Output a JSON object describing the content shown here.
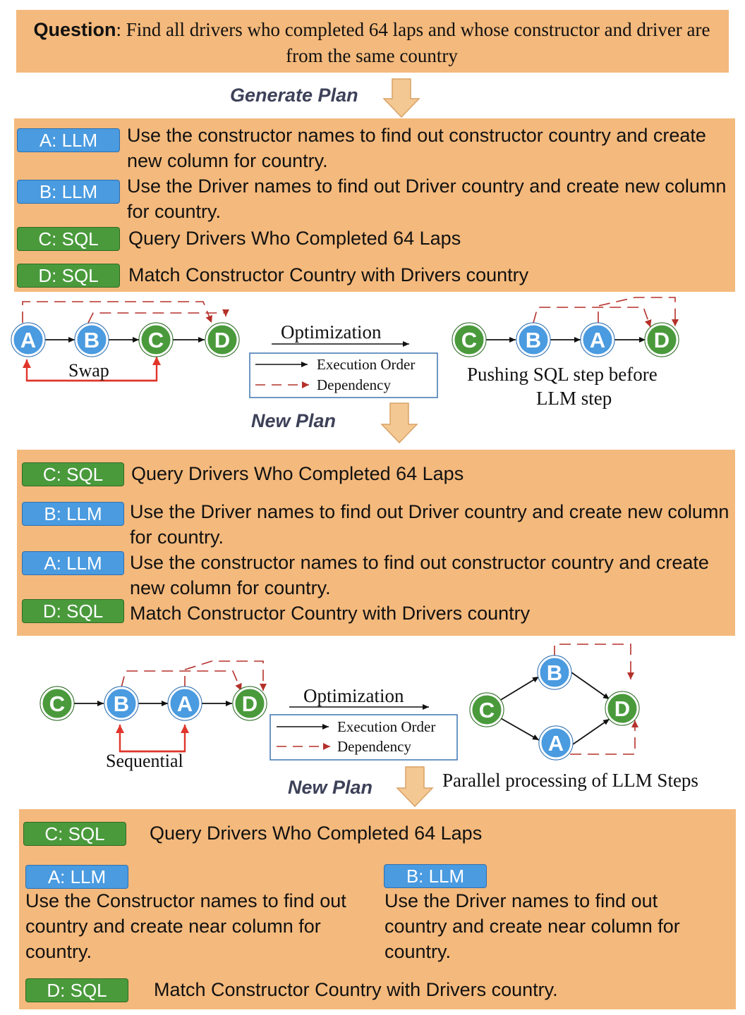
{
  "question": {
    "label": "Question",
    "text": ": Find all drivers who completed 64 laps and whose constructor and driver are from the same country"
  },
  "labels": {
    "generate_plan": "Generate Plan",
    "new_plan_1": "New Plan",
    "new_plan_2": "New Plan"
  },
  "plan1": [
    {
      "tag": "A: LLM",
      "kind": "llm",
      "text": "Use the constructor names to find out constructor country and create new column for country."
    },
    {
      "tag": "B: LLM",
      "kind": "llm",
      "text": "Use the Driver names to find out Driver country and create new column for country."
    },
    {
      "tag": "C: SQL",
      "kind": "sql",
      "text": "Query Drivers Who Completed 64 Laps"
    },
    {
      "tag": "D: SQL",
      "kind": "sql",
      "text": "Match Constructor Country with Drivers country"
    }
  ],
  "plan2": [
    {
      "tag": "C: SQL",
      "kind": "sql",
      "text": "Query Drivers Who Completed 64 Laps"
    },
    {
      "tag": "B: LLM",
      "kind": "llm",
      "text": "Use the Driver names to find out Driver country and create new column for country."
    },
    {
      "tag": "A: LLM",
      "kind": "llm",
      "text": "Use the constructor names to find out constructor country and create new column for country."
    },
    {
      "tag": "D: SQL",
      "kind": "sql",
      "text": "Match Constructor Country with Drivers country"
    }
  ],
  "plan3": {
    "c": {
      "tag": "C: SQL",
      "text": "Query Drivers Who Completed 64 Laps"
    },
    "a": {
      "tag": "A: LLM",
      "text": "Use the Constructor names to find out country and create near column for country."
    },
    "b": {
      "tag": "B: LLM",
      "text": "Use the Driver names to find out country and create near column for country."
    },
    "d": {
      "tag": "D: SQL",
      "text": "Match Constructor Country with Drivers country."
    }
  },
  "diagram1": {
    "nodes": [
      "A",
      "B",
      "C",
      "D"
    ],
    "left_caption": "Swap",
    "optimization": "Optimization",
    "legend_exec": "Execution Order",
    "legend_dep": "Dependency",
    "result_nodes": [
      "C",
      "B",
      "A",
      "D"
    ],
    "right_caption_1": "Pushing SQL step before",
    "right_caption_2": "LLM step"
  },
  "diagram2": {
    "nodes": [
      "C",
      "B",
      "A",
      "D"
    ],
    "left_caption": "Sequential",
    "optimization": "Optimization",
    "legend_exec": "Execution Order",
    "legend_dep": "Dependency",
    "result_nodes": [
      "C",
      "B",
      "A",
      "D"
    ],
    "right_caption": "Parallel processing of LLM Steps"
  },
  "colors": {
    "panel": "#F4B97C",
    "llm": "#4A9BE0",
    "sql": "#4A9A3C",
    "dependency": "#B5302A",
    "swap_arrow": "#E0352B"
  }
}
